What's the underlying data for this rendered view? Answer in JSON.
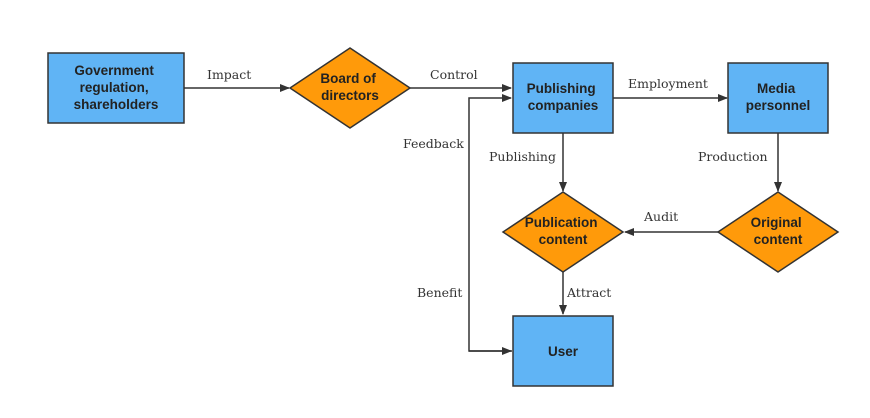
{
  "nodes": {
    "government": {
      "label": [
        "Government",
        "regulation,",
        "shareholders"
      ]
    },
    "board": {
      "label": [
        "Board of",
        "directors"
      ]
    },
    "publishing": {
      "label": [
        "Publishing",
        "companies"
      ]
    },
    "media": {
      "label": [
        "Media",
        "personnel"
      ]
    },
    "publication": {
      "label": [
        "Publication",
        "content"
      ]
    },
    "original": {
      "label": [
        "Original",
        "content"
      ]
    },
    "user": {
      "label": [
        "User"
      ]
    }
  },
  "edges": {
    "impact": "Impact",
    "control": "Control",
    "employment": "Employment",
    "feedback": "Feedback",
    "publishing": "Publishing",
    "production": "Production",
    "audit": "Audit",
    "attract": "Attract",
    "benefit": "Benefit"
  },
  "colors": {
    "box_fill": "#60b4f5",
    "diamond_fill": "#ff9a0a",
    "stroke": "#333333"
  }
}
